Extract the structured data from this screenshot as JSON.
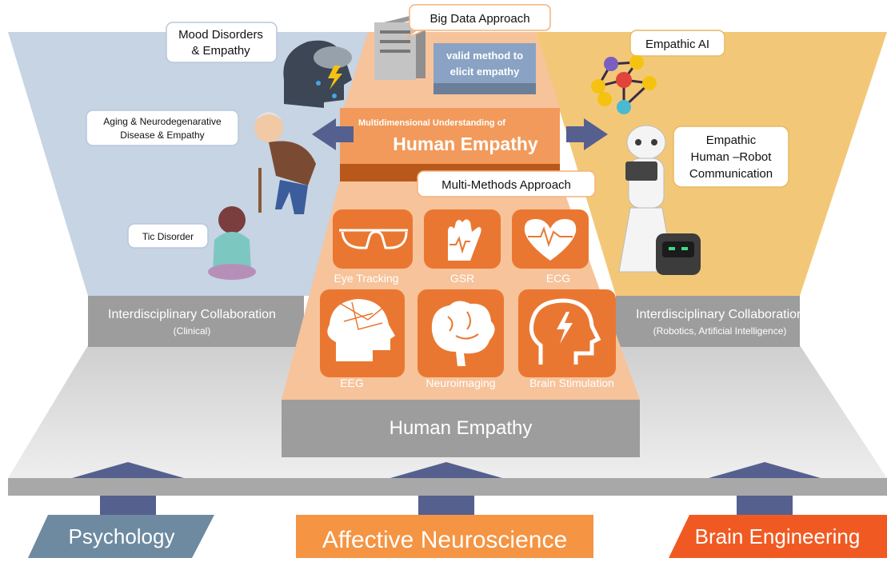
{
  "colors": {
    "left_panel": "#c6d4e3",
    "right_panel": "#f2c878",
    "tower": "#f7c39b",
    "tower_dark": "#f29a5b",
    "method_tile": "#ea7731",
    "grey_band": "#9a9a9a",
    "base": "#d9d9d9",
    "arrow": "#55608f",
    "psychology": "#6d8aa1",
    "neuroscience": "#f59443",
    "engineering": "#f05a22"
  },
  "callouts": {
    "big_data": "Big Data Approach",
    "mood": [
      "Mood Disorders",
      "& Empathy"
    ],
    "aging": [
      "Aging & Neurodegenarative",
      "Disease & Empathy"
    ],
    "tic": "Tic Disorder",
    "empathic_ai": "Empathic AI",
    "robot_comm": [
      "Empathic",
      "Human –Robot",
      "Communication"
    ],
    "multi_methods": "Multi-Methods Approach"
  },
  "top_box": [
    "valid method to",
    "elicit empathy"
  ],
  "center": {
    "small": "Multidimensional Understanding of",
    "big": "Human Empathy"
  },
  "methods": [
    {
      "label": "Eye Tracking",
      "icon": "eye-tracking-glasses-icon"
    },
    {
      "label": "GSR",
      "icon": "gsr-hand-icon"
    },
    {
      "label": "ECG",
      "icon": "ecg-heart-icon"
    },
    {
      "label": "EEG",
      "icon": "eeg-head-icon"
    },
    {
      "label": "Neuroimaging",
      "icon": "brain-icon"
    },
    {
      "label": "Brain Stimulation",
      "icon": "brain-stimulation-head-icon"
    }
  ],
  "collab_left": {
    "title": "Interdisciplinary Collaboration",
    "sub": "(Clinical)"
  },
  "collab_right": {
    "title": "Interdisciplinary Collaboration",
    "sub": "(Robotics, Artificial Intelligence)"
  },
  "base_label": "Human Empathy",
  "pillars": [
    "Psychology",
    "Affective Neuroscience",
    "Brain Engineering"
  ]
}
